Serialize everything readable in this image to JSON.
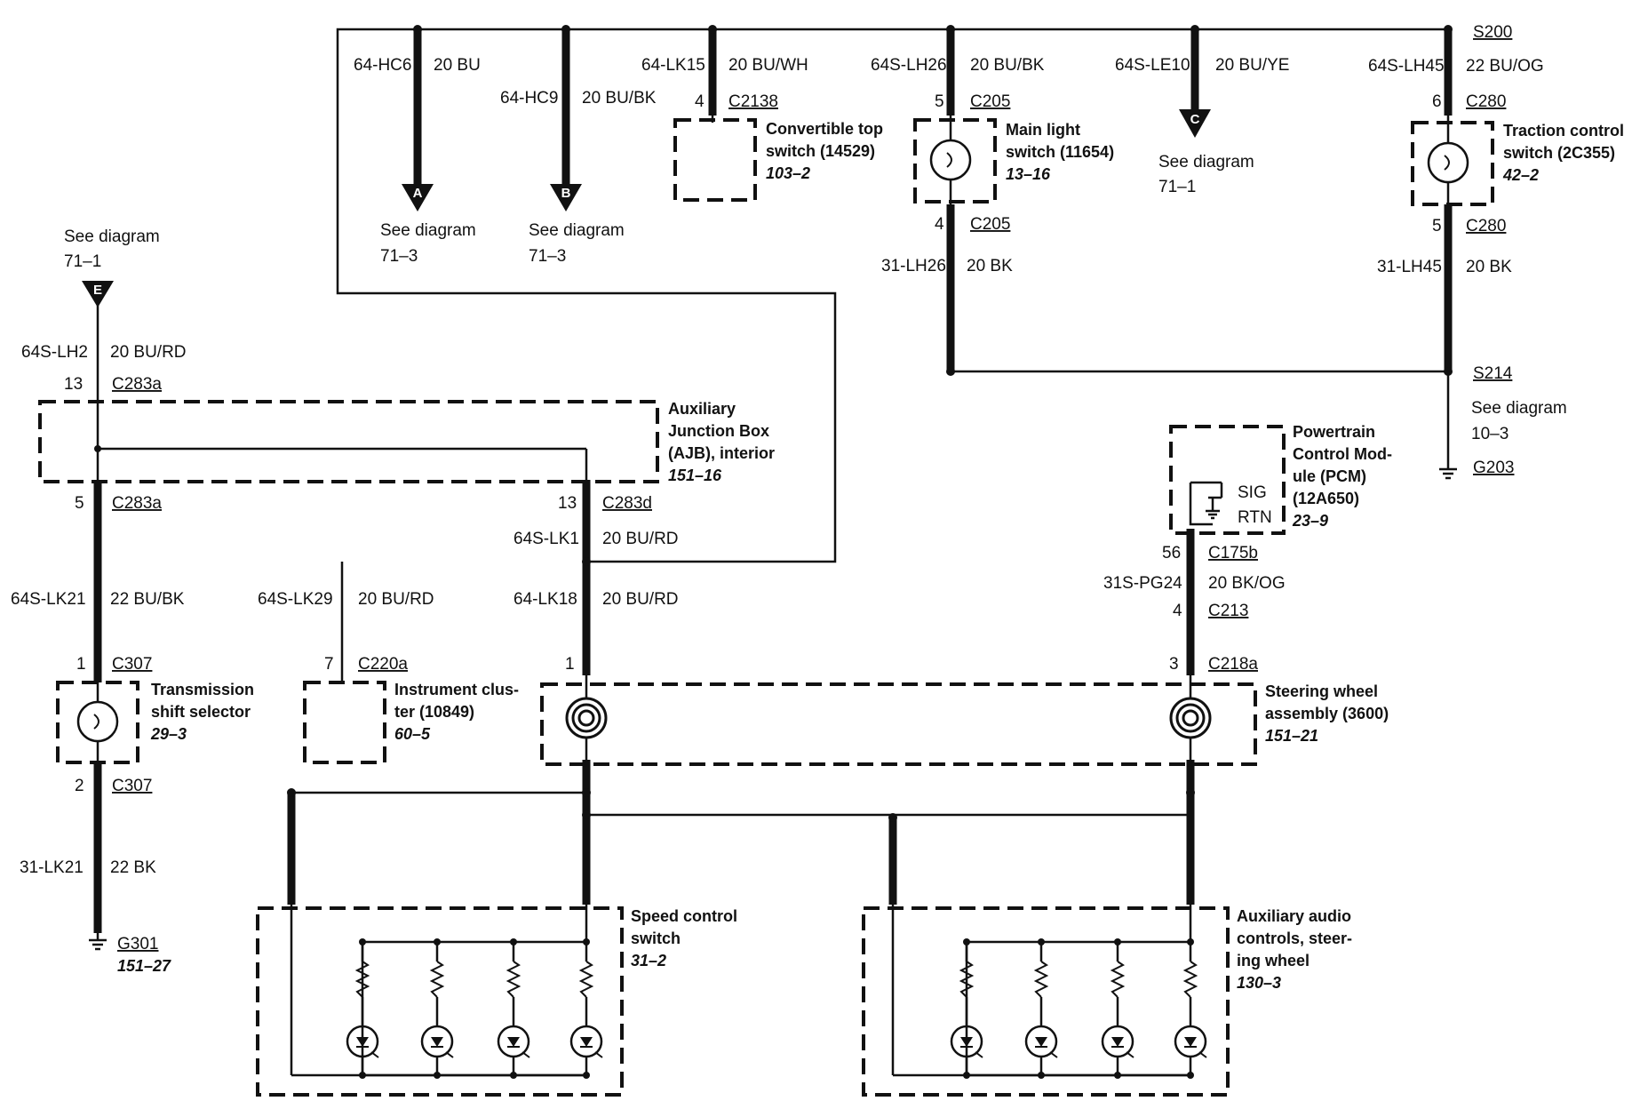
{
  "arrows": {
    "a": "A",
    "b": "B",
    "c": "C",
    "e": "E"
  },
  "wires": {
    "hc6": {
      "id": "64-HC6",
      "color": "20 BU"
    },
    "hc9": {
      "id": "64-HC9",
      "color": "20 BU/BK"
    },
    "lk15": {
      "id": "64-LK15",
      "color": "20 BU/WH"
    },
    "lh26": {
      "id": "64S-LH26",
      "color": "20 BU/BK"
    },
    "le10": {
      "id": "64S-LE10",
      "color": "20 BU/YE"
    },
    "lh45": {
      "id": "64S-LH45",
      "color": "22 BU/OG"
    },
    "lh26g": {
      "id": "31-LH26",
      "color": "20 BK"
    },
    "lh45g": {
      "id": "31-LH45",
      "color": "20 BK"
    },
    "lh2": {
      "id": "64S-LH2",
      "color": "20 BU/RD"
    },
    "lk21": {
      "id": "64S-LK21",
      "color": "22 BU/BK"
    },
    "lk29": {
      "id": "64S-LK29",
      "color": "20 BU/RD"
    },
    "lk1": {
      "id": "64S-LK1",
      "color": "20 BU/RD"
    },
    "lk18": {
      "id": "64-LK18",
      "color": "20 BU/RD"
    },
    "pg24": {
      "id": "31S-PG24",
      "color": "20 BK/OG"
    },
    "lk21g": {
      "id": "31-LK21",
      "color": "22 BK"
    }
  },
  "pins": {
    "p_c2138": "4",
    "p_c205_in": "5",
    "p_c205_out": "4",
    "p_c280_in": "6",
    "p_c280_out": "5",
    "p_c283a_in": "13",
    "p_c283a_out": "5",
    "p_c283d": "13",
    "p_c307_in": "1",
    "p_c307_out": "2",
    "p_c220a": "7",
    "p_lk18": "1",
    "p_c175b": "56",
    "p_c213": "4",
    "p_c218a": "3"
  },
  "connectors": {
    "s200": "S200",
    "c2138": "C2138",
    "c205": "C205",
    "c280": "C280",
    "s214": "S214",
    "g203": "G203",
    "c283a": "C283a",
    "c283d": "C283d",
    "c307": "C307",
    "c220a": "C220a",
    "c175b": "C175b",
    "c213": "C213",
    "c218a": "C218a",
    "g301": "G301"
  },
  "refs": {
    "a": {
      "text": "See diagram",
      "page": "71–3"
    },
    "b": {
      "text": "See diagram",
      "page": "71–3"
    },
    "c": {
      "text": "See diagram",
      "page": "71–1"
    },
    "e": {
      "text": "See diagram",
      "page": "71–1"
    },
    "s214": {
      "text": "See diagram",
      "page": "10–3"
    }
  },
  "pcm_pins": {
    "sig": "SIG",
    "rtn": "RTN"
  },
  "components": {
    "convertible": {
      "l1": "Convertible top",
      "l2": "switch (14529)",
      "ref": "103–2"
    },
    "mainlight": {
      "l1": "Main light",
      "l2": "switch (11654)",
      "ref": "13–16"
    },
    "traction": {
      "l1": "Traction control",
      "l2": "switch (2C355)",
      "ref": "42–2"
    },
    "ajb": {
      "l1": "Auxiliary",
      "l2": "Junction Box",
      "l3": "(AJB), interior",
      "ref": "151–16"
    },
    "pcm": {
      "l1": "Powertrain",
      "l2": "Control Mod-",
      "l3": "ule (PCM)",
      "l4": "(12A650)",
      "ref": "23–9"
    },
    "shift": {
      "l1": "Transmission",
      "l2": "shift selector",
      "ref": "29–3"
    },
    "cluster": {
      "l1": "Instrument clus-",
      "l2": "ter (10849)",
      "ref": "60–5"
    },
    "steering": {
      "l1": "Steering wheel",
      "l2": "assembly (3600)",
      "ref": "151–21"
    },
    "speed": {
      "l1": "Speed control",
      "l2": "switch",
      "ref": "31–2"
    },
    "audio": {
      "l1": "Auxiliary audio",
      "l2": "controls, steer-",
      "l3": "ing wheel",
      "ref": "130–3"
    },
    "g301_ref": "151–27"
  }
}
